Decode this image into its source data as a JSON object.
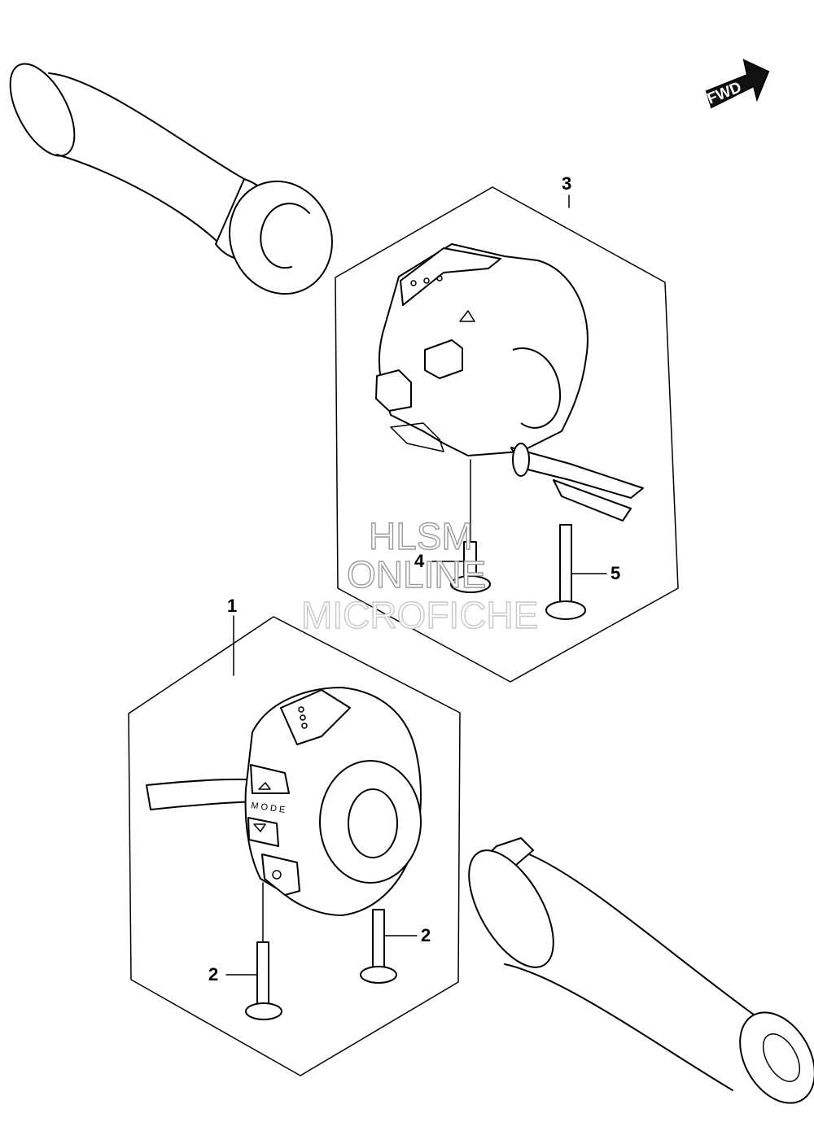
{
  "badge": {
    "label": "FWD"
  },
  "callouts": {
    "assembly_left_switch": "1",
    "screw_a": "2",
    "screw_b": "2",
    "assembly_right_switch": "3",
    "screw_c": "4",
    "screw_d": "5"
  },
  "watermark": {
    "line1": "HLSM",
    "line2": "ONLINE",
    "line3": "MICROFICHE"
  },
  "switch_labels": {
    "mode": "M O D E"
  }
}
